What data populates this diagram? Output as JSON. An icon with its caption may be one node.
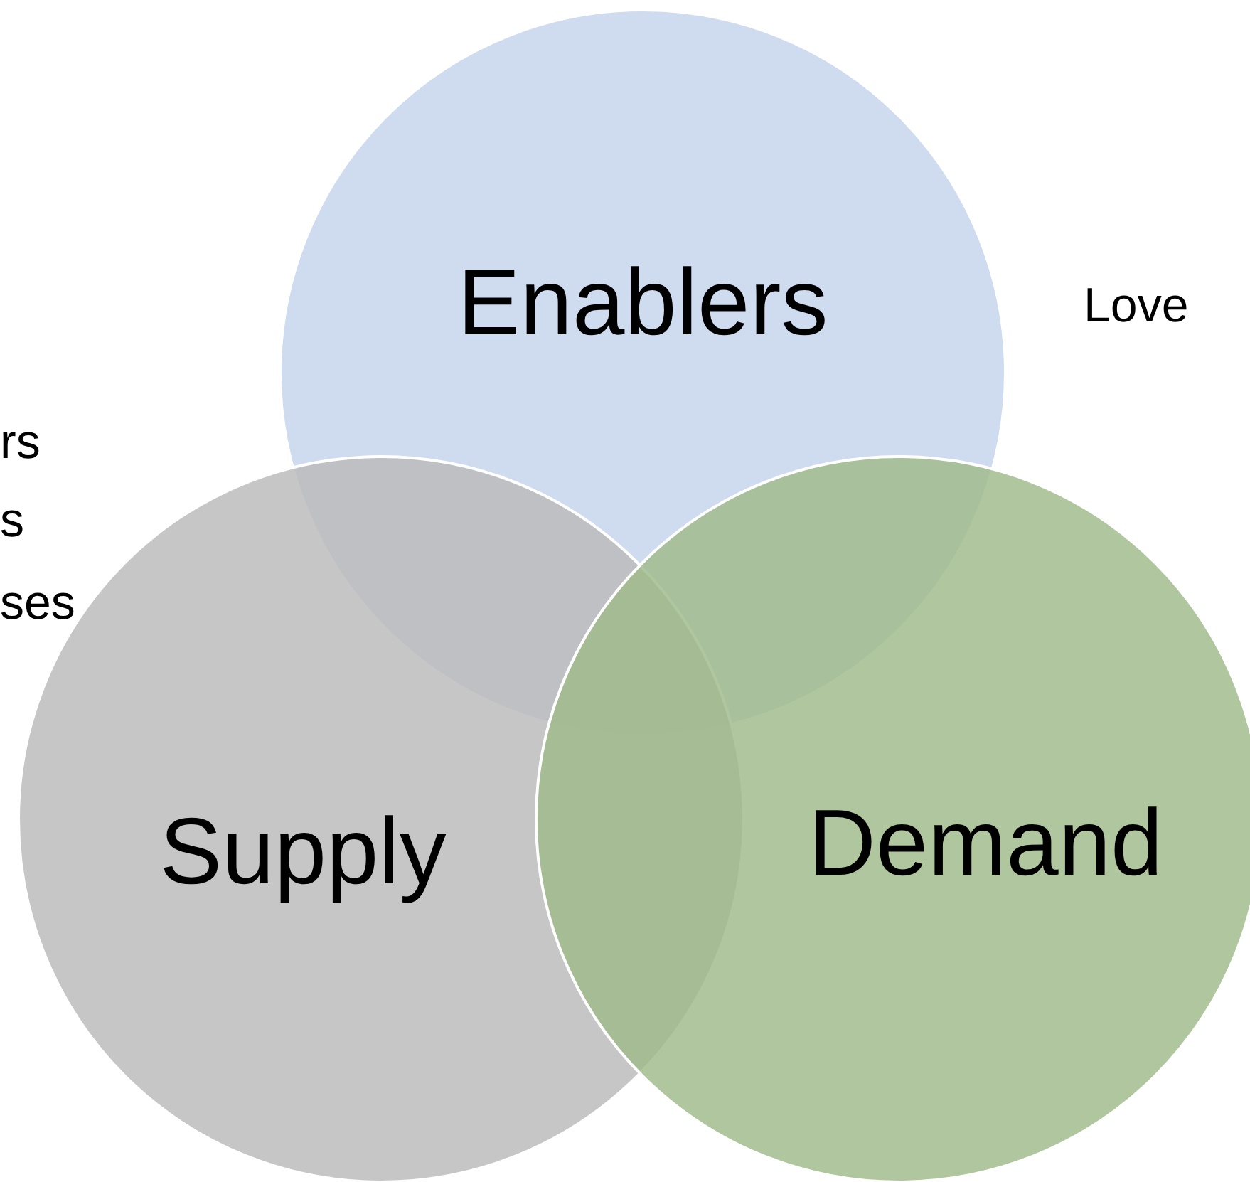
{
  "diagram": {
    "nodes": [
      {
        "text": [
          "Enablers"
        ]
      },
      {
        "text": [
          "Supply"
        ]
      },
      {
        "text": [
          "Demand"
        ]
      }
    ],
    "labels": [
      "Love",
      "rs",
      "s",
      "ses"
    ]
  }
}
